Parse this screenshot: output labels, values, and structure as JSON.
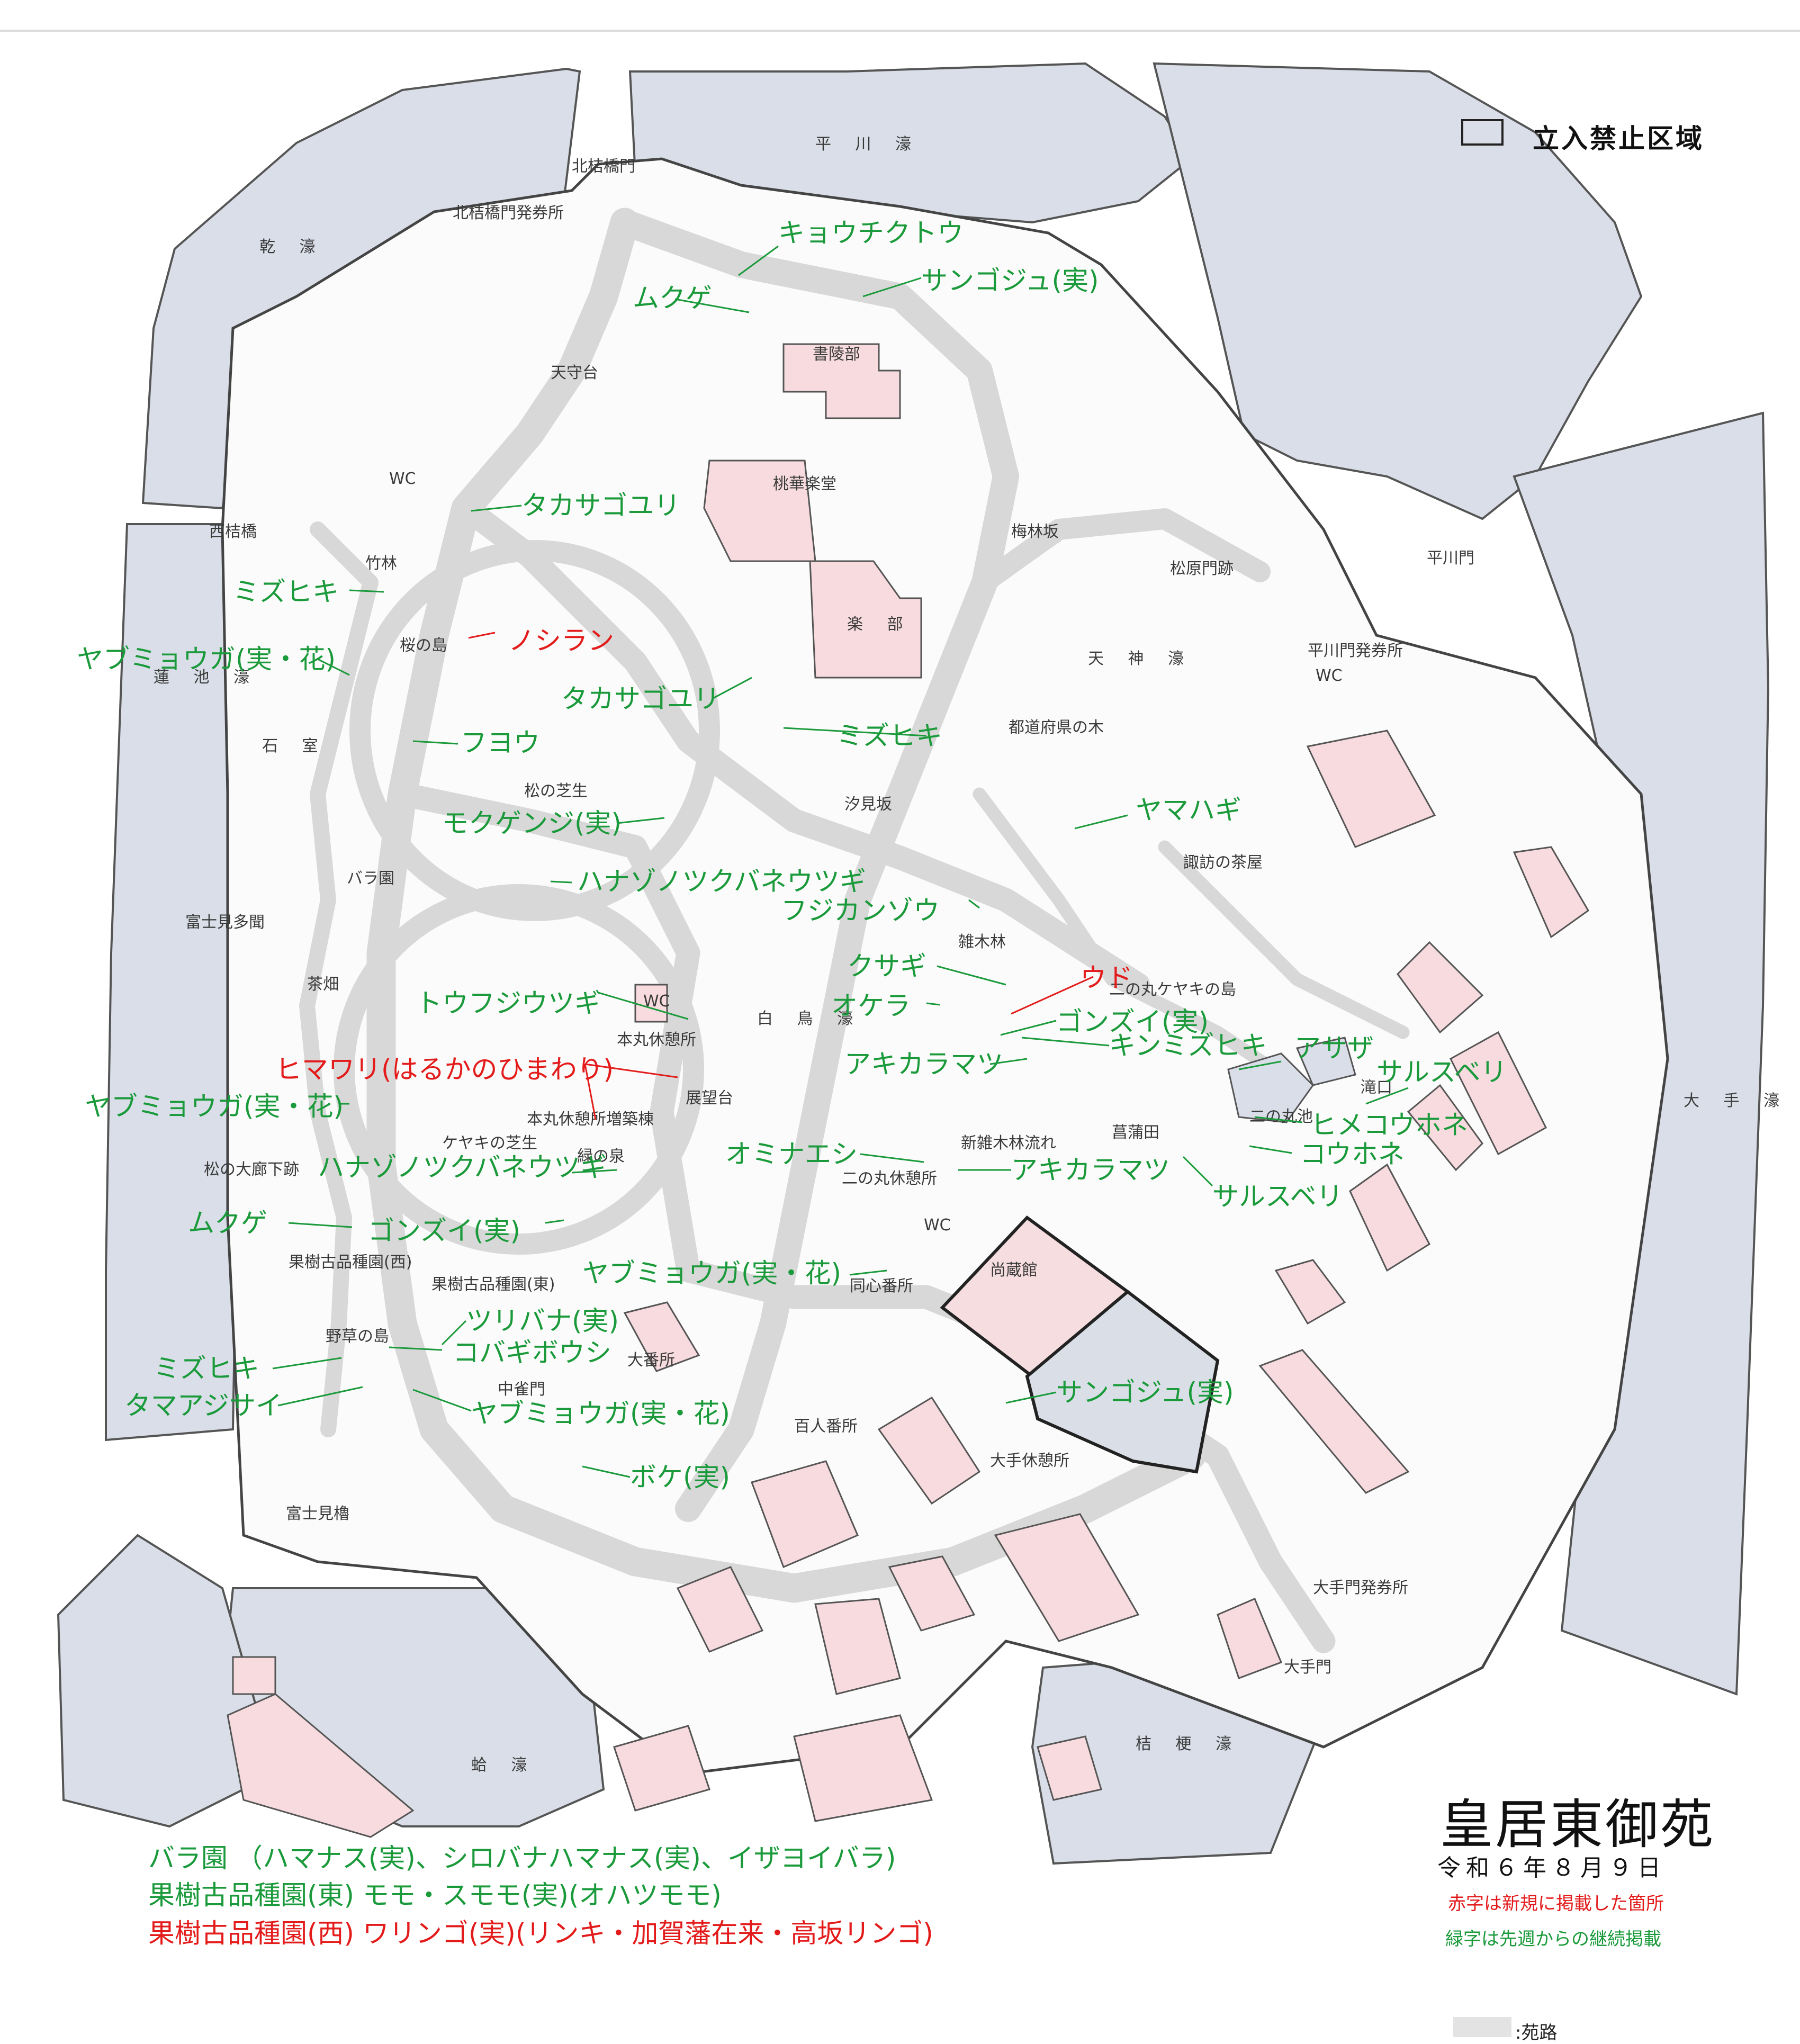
{
  "title": "皇居東御苑",
  "date": "令和６年８月９日",
  "notes": {
    "red": "赤字は新規に掲載した箇所",
    "green": "緑字は先週からの継続掲載"
  },
  "legend": {
    "restricted": "立入禁止区域",
    "path": ":苑路"
  },
  "colors": {
    "moat": "#d9dee8",
    "path": "#e3e3e3",
    "building": "#f7dbde",
    "restricted": "#dadfe7",
    "green_text": "#1a9a3a",
    "red_text": "#e31b1b"
  },
  "place_labels": {
    "hirakawa_moat": "平 川 濠",
    "inui_moat": "乾 濠",
    "kitahanebashi_gate": "北桔橋門",
    "kitahanebashi_ticket": "北桔橋門発券所",
    "tenshudai": "天守台",
    "shoryobu": "書陵部",
    "tokagakudo": "桃華楽堂",
    "gakubu": "楽 部",
    "wc1": "WC",
    "nishihanebashi": "西桔橋",
    "chikurin": "竹林",
    "sakura_island": "桜の島",
    "hasuike_moat": "蓮 池 濠",
    "ishimuro": "石 室",
    "matsu_lawn": "松の芝生",
    "rose_garden": "バラ園",
    "fujimi_tamon": "富士見多聞",
    "tea_field": "茶畑",
    "wc2": "WC",
    "honmaru_rest": "本丸休憩所",
    "honmaru_rest_annex": "本丸休憩所増築棟",
    "keyaki_lawn": "ケヤキの芝生",
    "midori_spring": "緑の泉",
    "matsu_roka": "松の大廊下跡",
    "fruit_west": "果樹古品種園(西)",
    "fruit_east": "果樹古品種園(東)",
    "wild_grass_island": "野草の島",
    "nakanomon": "中雀門",
    "fujimi_yagura": "富士見櫓",
    "hakucho_moat": "白 鳥 濠",
    "tenbodai": "展望台",
    "shiomizaka": "汐見坂",
    "bairinzaka": "梅林坂",
    "matsubara_gate": "松原門跡",
    "hirakawa_gate": "平川門",
    "hirakawa_ticket": "平川門発券所",
    "wc3": "WC",
    "tenjin_moat": "天 神 濠",
    "prefecture_trees": "都道府県の木",
    "suwa_teahouse": "諏訪の茶屋",
    "zoki_forest": "雑木林",
    "ninomaru_keyaki": "二の丸ケヤキの島",
    "waterfall": "滝口",
    "ninomaru_pond": "二の丸池",
    "iris_field": "菖蒲田",
    "new_zoki_stream": "新雑木林流れ",
    "ninomaru_rest": "二の丸休憩所",
    "wc4": "WC",
    "shozokan": "尚蔵館",
    "doshin_bansho": "同心番所",
    "obansho": "大番所",
    "hyakunin_bansho": "百人番所",
    "ote_rest": "大手休憩所",
    "ote_ticket": "大手門発券所",
    "otemon": "大手門",
    "ote_moat": "大 手 濠",
    "kikyo_moat": "桔 梗 濠",
    "hamaguri_moat": "蛤 濠"
  },
  "plant_labels": {
    "kyouchikutou": "キョウチクトウ",
    "mukuge1": "ムクゲ",
    "sangoju1": "サンゴジュ(実)",
    "takasagoyuri1": "タカサゴユリ",
    "mizuhiki1": "ミズヒキ",
    "yabumyouga1": "ヤブミョウガ(実・花)",
    "noshiran": "ノシラン",
    "takasagoyuri2": "タカサゴユリ",
    "fuyou": "フヨウ",
    "mizuhiki2": "ミズヒキ",
    "mokugenji": "モクゲンジ(実)",
    "yamahagi": "ヤマハギ",
    "hanazonotsukubane1": "ハナゾノツクバネウツギ",
    "fujikanzou": "フジカンゾウ",
    "kusagi": "クサギ",
    "udo": "ウド",
    "toufujiutsugi": "トウフジウツギ",
    "okera": "オケラ",
    "gonzui1": "ゴンズイ(実)",
    "kinmizuhiki": "キンミズヒキ",
    "asaza": "アサザ",
    "himawari": "ヒマワリ(はるかのひまわり)",
    "akikaramatsu1": "アキカラマツ",
    "sarusuberi1": "サルスベリ",
    "yabumyouga2": "ヤブミョウガ(実・花)",
    "himekouhone": "ヒメコウホネ",
    "ominaeshi": "オミナエシ",
    "kouhone": "コウホネ",
    "akikaramatsu2": "アキカラマツ",
    "hanazonotsukubane2": "ハナゾノツクバネウツギ",
    "sarusuberi2": "サルスベリ",
    "mukuge2": "ムクゲ",
    "gonzui2": "ゴンズイ(実)",
    "yabumyouga3": "ヤブミョウガ(実・花)",
    "tsuribana": "ツリバナ(実)",
    "kobagibousi": "コバギボウシ",
    "mizuhiki3": "ミズヒキ",
    "tamaajisai": "タマアジサイ",
    "yabumyouga4": "ヤブミョウガ(実・花)",
    "sangoju2": "サンゴジュ(実)",
    "boke": "ボケ(実)"
  },
  "bottom_notes": {
    "rose": "バラ園 （ハマナス(実)、シロバナハマナス(実)、イザヨイバラ)",
    "fruit_east": "果樹古品種園(東) モモ・スモモ(実)(オハツモモ)",
    "fruit_west": "果樹古品種園(西) ワリンゴ(実)(リンキ・加賀藩在来・高坂リンゴ)"
  }
}
